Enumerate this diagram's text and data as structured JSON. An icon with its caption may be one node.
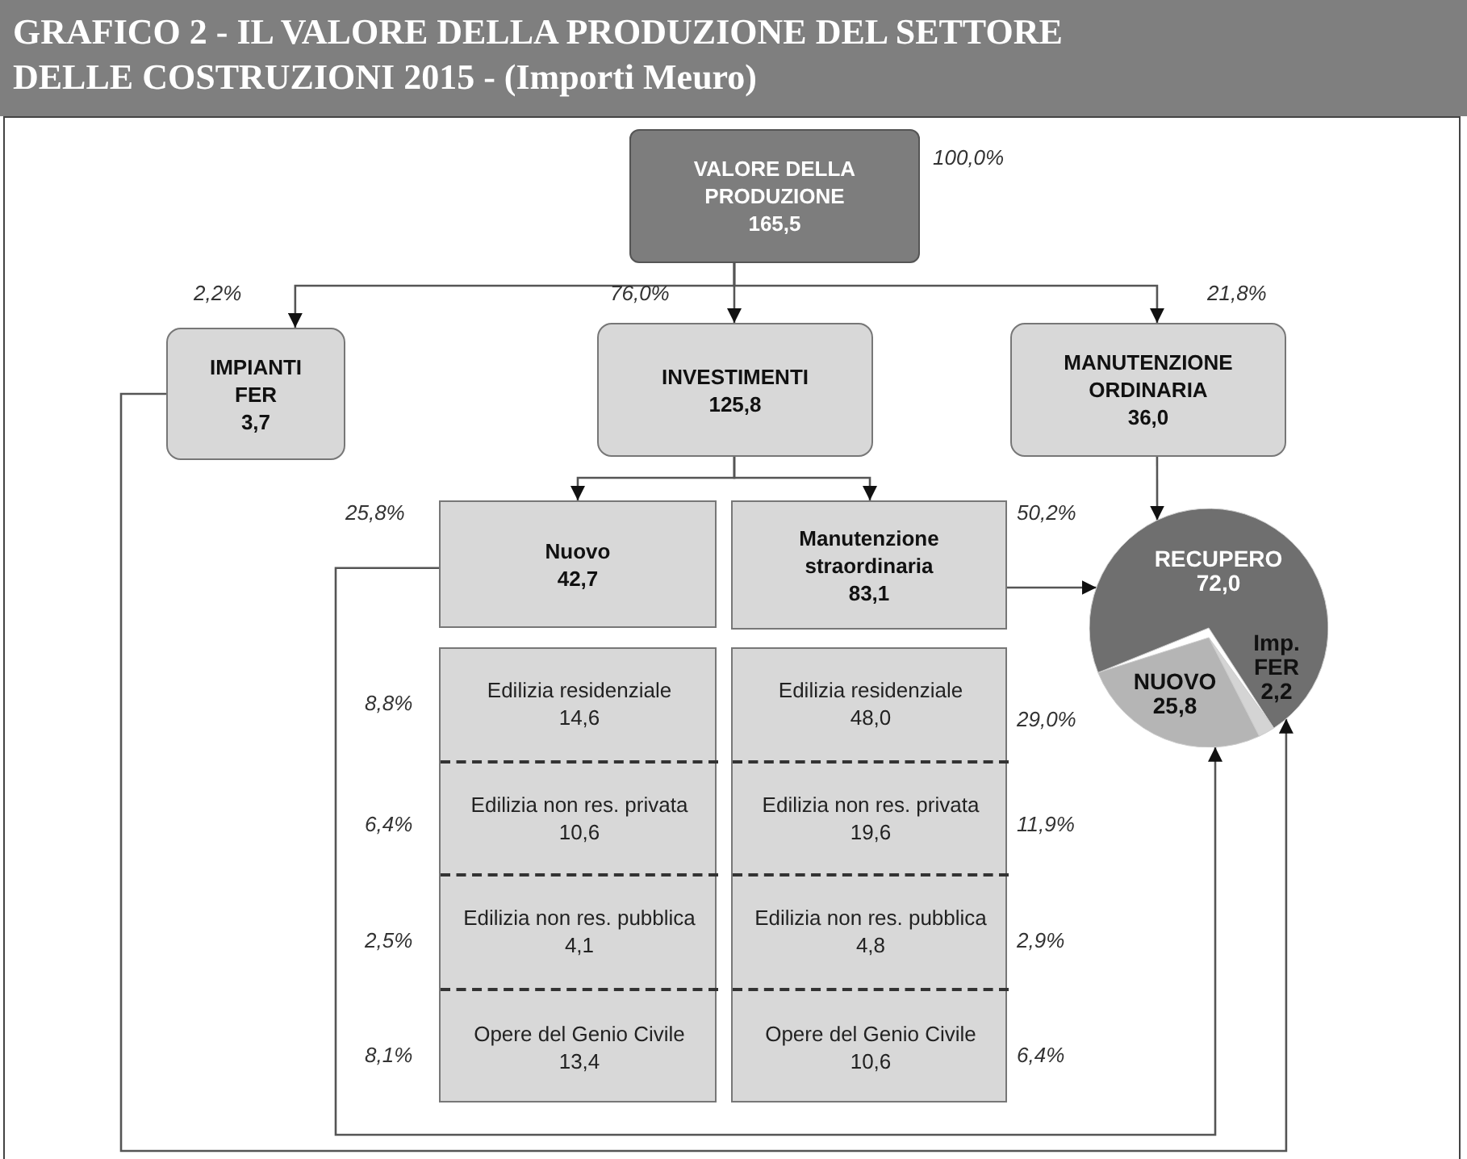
{
  "diagram": {
    "title": "GRAFICO 2 - IL VALORE DELLA PRODUZIONE DEL SETTORE DELLE COSTRUZIONI 2015 - (Importi Meuro)",
    "nodes": [
      {
        "text": [
          "VALORE DELLA PRODUZIONE",
          "165,5"
        ],
        "beside": [
          "100,0%"
        ]
      },
      {
        "text": [
          "IMPIANTI FER",
          "3,7"
        ],
        "beside": [
          "2,2%"
        ]
      },
      {
        "text": [
          "INVESTIMENTI",
          "125,8"
        ],
        "beside": [
          "76,0%"
        ]
      },
      {
        "text": [
          "MANUTENZIONE ORDINARIA",
          "36,0"
        ],
        "beside": [
          "21,8%"
        ]
      },
      {
        "text": [
          "Nuovo",
          "42,7"
        ],
        "beside": [
          "25,8%"
        ]
      },
      {
        "text": [
          "Manutenzione straordinaria",
          "83,1"
        ],
        "beside": [
          "50,2%"
        ]
      },
      {
        "text": [],
        "shape": "box"
      },
      {
        "text": [
          "Edilizia residenziale",
          "14,6"
        ],
        "beside": [
          "8,8%"
        ],
        "in": 6
      },
      {
        "text": [
          "Edilizia non res. privata",
          "10,6"
        ],
        "beside": [
          "6,4%"
        ],
        "in": 6
      },
      {
        "text": [
          "Edilizia non res. pubblica",
          "4,1"
        ],
        "beside": [
          "2,5%"
        ],
        "in": 6
      },
      {
        "text": [
          "Opere del Genio Civile",
          "13,4"
        ],
        "beside": [
          "8,1%"
        ],
        "in": 6
      },
      {
        "text": [],
        "shape": "box"
      },
      {
        "text": [
          "Edilizia residenziale",
          "48,0"
        ],
        "beside": [
          "29,0%"
        ],
        "in": 11
      },
      {
        "text": [
          "Edilizia non res. privata",
          "19,6"
        ],
        "beside": [
          "11,9%"
        ],
        "in": 11
      },
      {
        "text": [
          "Edilizia non res. pubblica",
          "4,8"
        ],
        "beside": [
          "2,9%"
        ],
        "in": 11
      },
      {
        "text": [
          "Opere del Genio Civile",
          "10,6"
        ],
        "beside": [
          "6,4%"
        ],
        "in": 11
      },
      {
        "text": [
          "RECUPERO 72,0",
          "NUOVO 25,8",
          "Imp. FER 2,2"
        ]
      }
    ],
    "edges": [
      {
        "from": 0,
        "to": 1,
        "arrow": "to"
      },
      {
        "from": 0,
        "to": 2,
        "arrow": "to"
      },
      {
        "from": 0,
        "to": 3,
        "arrow": "to"
      },
      {
        "from": 2,
        "to": 4,
        "arrow": "to"
      },
      {
        "from": 2,
        "to": 5,
        "arrow": "to"
      },
      {
        "from": 3,
        "to": 16,
        "arrow": "to"
      },
      {
        "from": 5,
        "to": 16,
        "arrow": "to"
      },
      {
        "from": 4,
        "to": 16,
        "arrow": "to"
      },
      {
        "from": 1,
        "to": 16,
        "arrow": "to"
      }
    ]
  }
}
